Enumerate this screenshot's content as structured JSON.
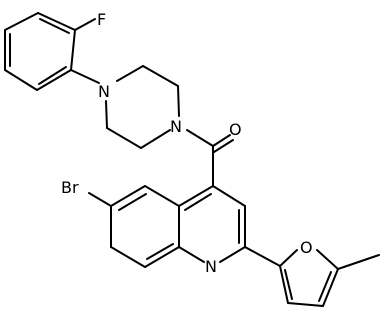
{
  "diagram": {
    "type": "chemical-structure",
    "colors": {
      "bond": "#000000",
      "label": "#000000",
      "background": "#ffffff"
    },
    "atom_labels": {
      "fluorine": "F",
      "piperazine_n_upper": "N",
      "piperazine_n_lower": "N",
      "carbonyl_oxygen": "O",
      "bromine": "Br",
      "quinoline_nitrogen": "N",
      "furan_oxygen": "O"
    }
  }
}
